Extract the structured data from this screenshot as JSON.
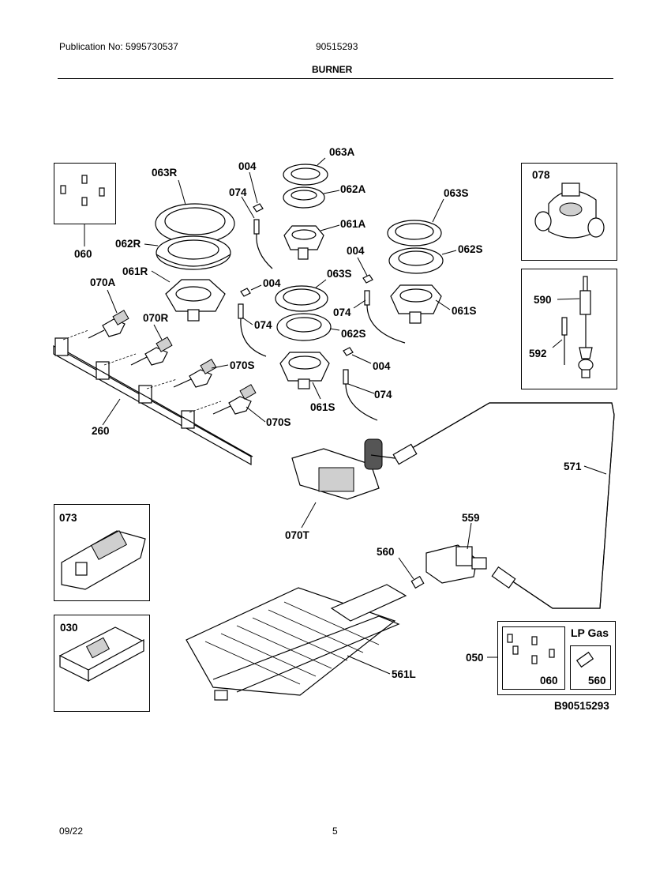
{
  "header": {
    "publication": "Publication No: 5995730537",
    "model": "90515293",
    "section_title": "BURNER"
  },
  "footer": {
    "date": "09/22",
    "page": "5"
  },
  "diagram_id": "B90515293",
  "lp_gas_label": "LP Gas",
  "callouts": {
    "c063A": "063A",
    "c062A": "062A",
    "c061A": "061A",
    "c004a": "004",
    "c074a": "074",
    "c063R": "063R",
    "c062R": "062R",
    "c061R": "061R",
    "c060": "060",
    "c078": "078",
    "c063S_right": "063S",
    "c062S_right": "062S",
    "c061S_right": "061S",
    "c004b": "004",
    "c074b": "074",
    "c004c": "004",
    "c074c": "074",
    "c063S_mid": "063S",
    "c062S_mid": "062S",
    "c061S_mid": "061S",
    "c004d": "004",
    "c074d": "074",
    "c070A": "070A",
    "c070R": "070R",
    "c070S_a": "070S",
    "c070S_b": "070S",
    "c260": "260",
    "c590": "590",
    "c592": "592",
    "c571": "571",
    "c070T": "070T",
    "c073": "073",
    "c559": "559",
    "c560": "560",
    "c030": "030",
    "c561L": "561L",
    "c050": "050",
    "c060_box": "060",
    "c560_box": "560"
  }
}
